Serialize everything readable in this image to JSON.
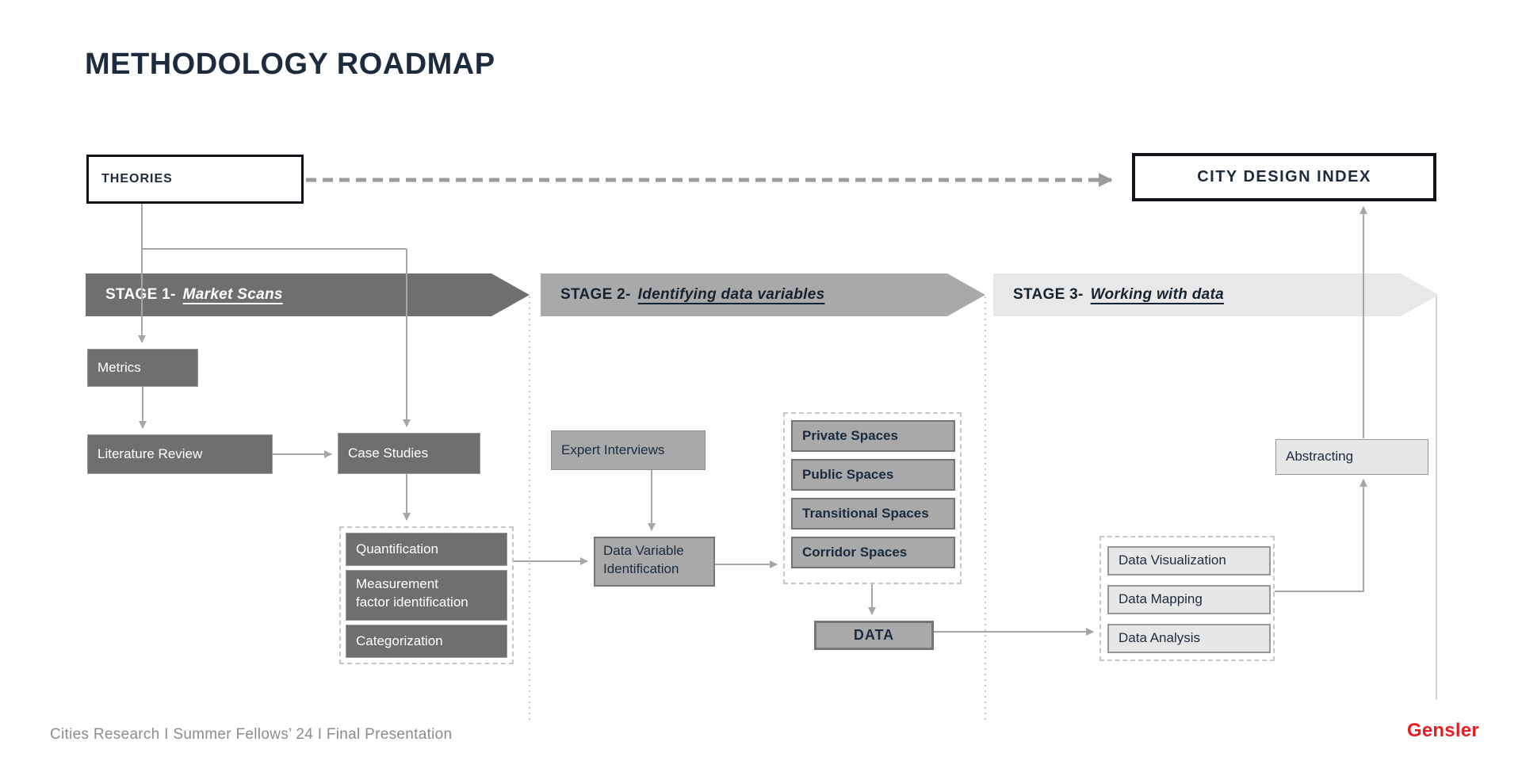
{
  "slide": {
    "title": "METHODOLOGY ROADMAP",
    "footer": "Cities Research I Summer Fellows’ 24 I Final Presentation",
    "brand": "Gensler"
  },
  "stages": [
    {
      "prefix": "STAGE 1-",
      "name": "Market Scans"
    },
    {
      "prefix": "STAGE 2-",
      "name": "Identifying data variables"
    },
    {
      "prefix": "STAGE 3-",
      "name": "Working with data"
    }
  ],
  "nodes": {
    "theories": "THEORIES",
    "city_design_index": "CITY DESIGN INDEX",
    "metrics": "Metrics",
    "literature_review": "Literature Review",
    "case_studies": "Case Studies",
    "quantification": "Quantification",
    "measurement": {
      "line1": "Measurement",
      "line2": "factor identification"
    },
    "categorization": "Categorization",
    "expert_interviews": "Expert Interviews",
    "data_variable_identification": {
      "line1": "Data Variable",
      "line2": "Identification"
    },
    "private_spaces": "Private Spaces",
    "public_spaces": "Public Spaces",
    "transitional_spaces": "Transitional Spaces",
    "corridor_spaces": "Corridor Spaces",
    "data": "DATA",
    "data_visualization": "Data Visualization",
    "data_mapping": "Data Mapping",
    "data_analysis": "Data Analysis",
    "abstracting": "Abstracting"
  },
  "colors": {
    "navy_text": "#1c2b3d",
    "stage1_fill": "#6f6f6f",
    "stage2_fill": "#a9a9a9",
    "stage3_fill": "#e8e8e8",
    "dark_box_fill": "#6f6f6f",
    "mid_box_fill": "#a9a9a9",
    "light_box_fill": "#e7e7e7",
    "terminal_border": "#101418",
    "connector_line": "#a6a6a6",
    "dashed_arrow": "#9b9b9b",
    "brand_red": "#e81d21",
    "footer_gray": "#8c8c8c"
  }
}
